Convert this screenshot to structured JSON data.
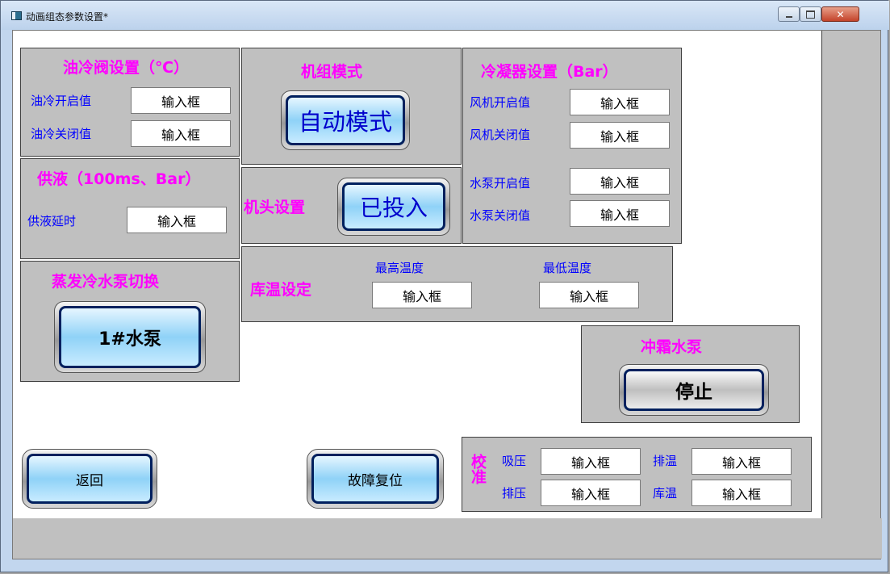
{
  "window": {
    "title": "动画组态参数设置*"
  },
  "oil": {
    "title": "油冷阀设置（℃）",
    "open_label": "油冷开启值",
    "open_value": "输入框",
    "close_label": "油冷关闭值",
    "close_value": "输入框"
  },
  "unit_mode": {
    "title": "机组模式",
    "button": "自动模式"
  },
  "condenser": {
    "title": "冷凝器设置（Bar）",
    "fan_open_label": "风机开启值",
    "fan_open_value": "输入框",
    "fan_close_label": "风机关闭值",
    "fan_close_value": "输入框",
    "pump_open_label": "水泵开启值",
    "pump_open_value": "输入框",
    "pump_close_label": "水泵关闭值",
    "pump_close_value": "输入框"
  },
  "supply": {
    "title": "供液（100ms、Bar）",
    "delay_label": "供液延时",
    "delay_value": "输入框"
  },
  "head": {
    "title": "机头设置",
    "button": "已投入"
  },
  "evap": {
    "title": "蒸发冷水泵切换",
    "button": "1#水泵"
  },
  "storage": {
    "title": "库温设定",
    "max_label": "最高温度",
    "max_value": "输入框",
    "min_label": "最低温度",
    "min_value": "输入框"
  },
  "defrost": {
    "title": "冲霜水泵",
    "button": "停止"
  },
  "buttons": {
    "back": "返回",
    "reset": "故障复位"
  },
  "calibration": {
    "title": "校准",
    "suction_label": "吸压",
    "suction_value": "输入框",
    "exhaust_temp_label": "排温",
    "exhaust_temp_value": "输入框",
    "discharge_label": "排压",
    "discharge_value": "输入框",
    "storage_temp_label": "库温",
    "storage_temp_value": "输入框"
  }
}
